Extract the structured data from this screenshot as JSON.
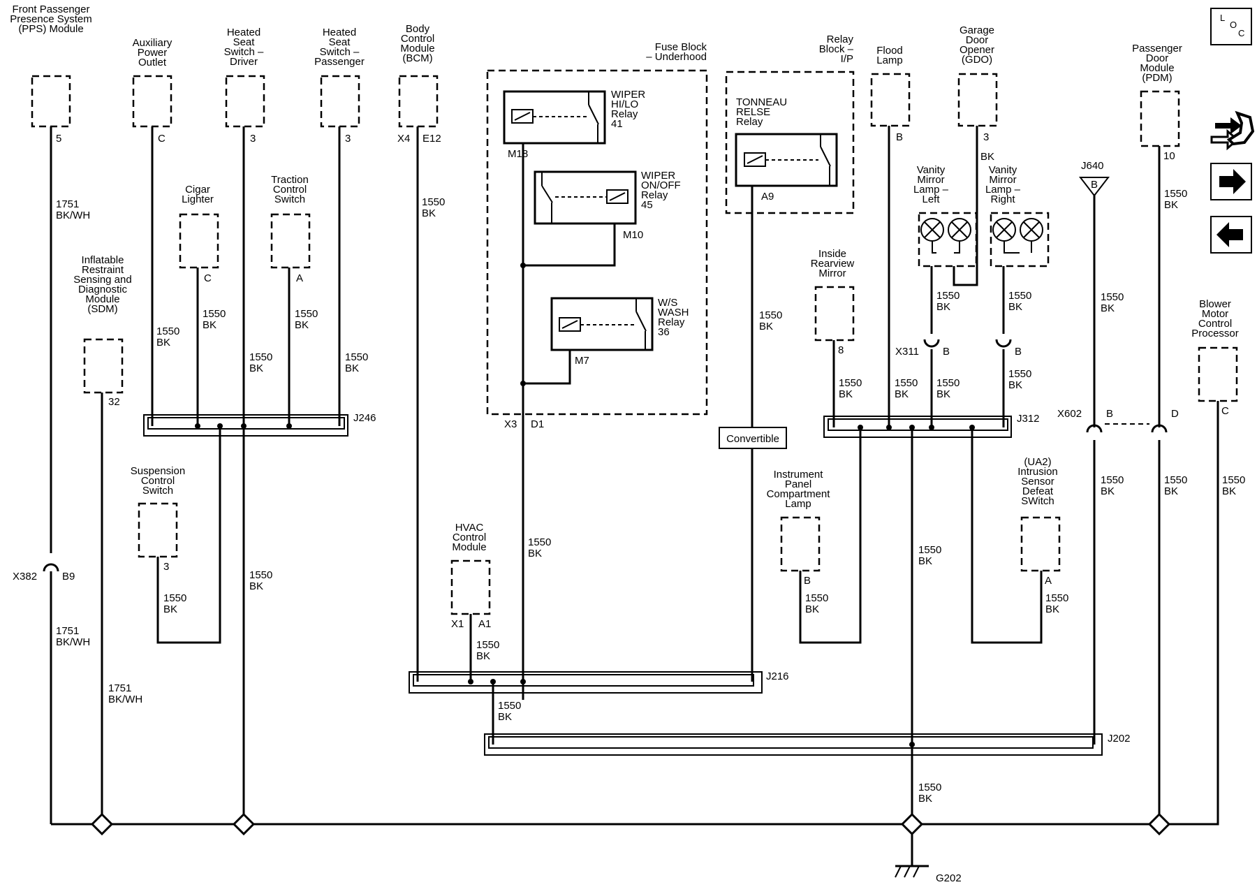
{
  "components": {
    "pps": "Front Passenger Presence System (PPS) Module",
    "apo": "Auxiliary Power Outlet",
    "hsd": "Heated Seat Switch – Driver",
    "hsp": "Heated Seat Switch – Passenger",
    "bcm": "Body Control Module (BCM)",
    "fuse_block": "Fuse Block – Underhood",
    "relay_block": "Relay Block – I/P",
    "flood": "Flood Lamp",
    "gdo": "Garage Door Opener (GDO)",
    "pdm": "Passenger Door Module (PDM)",
    "cigar": "Cigar Lighter",
    "traction": "Traction Control Switch",
    "sdm": "Inflatable Restraint Sensing and Diagnostic Module (SDM)",
    "suspension": "Suspension Control Switch",
    "hvac": "HVAC Control Module",
    "ip_lamp": "Instrument Panel Compartment Lamp",
    "inside_mirror": "Inside Rearview Mirror",
    "vm_left": "Vanity Mirror Lamp – Left",
    "vm_right": "Vanity Mirror Lamp – Right",
    "intrusion": "(UA2) Intrusion Sensor Defeat SWitch",
    "blower": "Blower Motor Control Processor"
  },
  "relays": {
    "wiper_hilo": "WIPER HI/LO Relay 41",
    "wiper_onoff": "WIPER ON/OFF Relay 45",
    "ws_wash": "W/S WASH Relay 36",
    "tonneau": "TONNEAU RELSE Relay"
  },
  "pins": {
    "pps": "5",
    "apo": "C",
    "hsd": "3",
    "hsp": "3",
    "bcm_x4": "X4",
    "bcm_e12": "E12",
    "flood": "B",
    "gdo": "3",
    "gdo_wire": "BK",
    "pdm": "10",
    "cigar": "C",
    "traction": "A",
    "sdm": "32",
    "suspension": "3",
    "hvac_x1": "X1",
    "hvac_a1": "A1",
    "ip_lamp": "B",
    "inside_mirror": "8",
    "intrusion": "A",
    "blower": "C",
    "m18": "M18",
    "m10": "M10",
    "m7": "M7",
    "a9": "A9",
    "x3": "X3",
    "d1": "D1",
    "x382_pin": "B9",
    "x311_pin": "B",
    "vm_right_pin": "B",
    "x602_b": "B",
    "x602_d": "D",
    "j640_pin": "B"
  },
  "connectors": {
    "x382": "X382",
    "x311": "X311",
    "x602": "X602",
    "j640": "J640"
  },
  "splices": {
    "j246": "J246",
    "j216": "J216",
    "j202": "J202",
    "j312": "J312"
  },
  "wire_labels": {
    "bk_circuit": "1550",
    "bk_color": "BK",
    "bkwh_circuit": "1751",
    "bkwh_color": "BK/WH"
  },
  "option_label": "Convertible",
  "ground": "G202",
  "loc_icon_letters": [
    "L",
    "O",
    "C"
  ],
  "nav_icons": [
    "component-connector-icon",
    "next-arrow-icon",
    "previous-arrow-icon"
  ]
}
